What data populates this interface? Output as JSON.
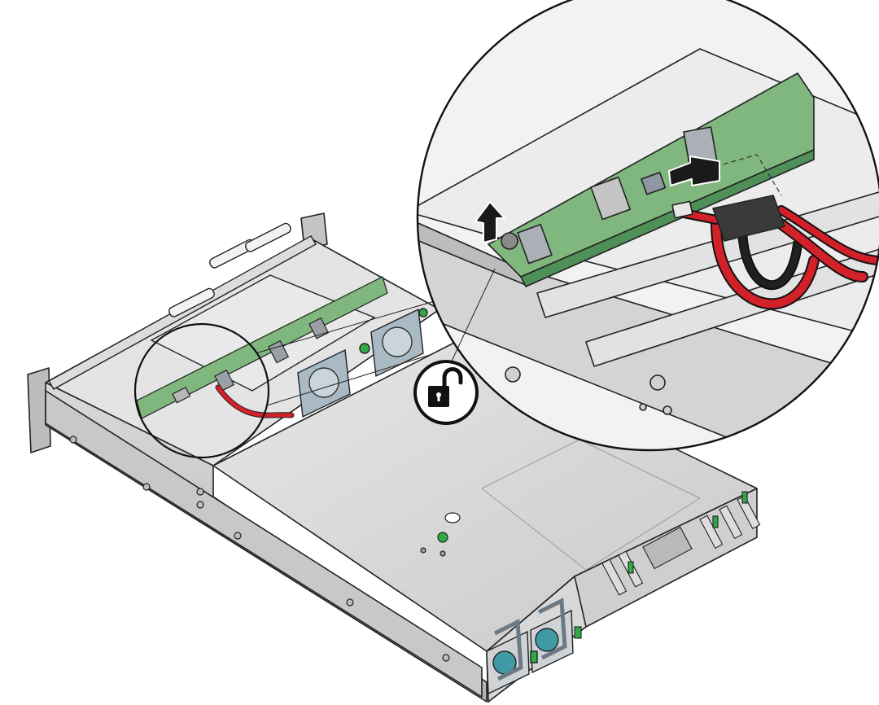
{
  "figure": {
    "subject": "server-chassis",
    "callouts": [
      {
        "icon": "unlock-icon",
        "meaning": "unlocked"
      }
    ],
    "arrows": [
      {
        "icon": "arrow-up-icon",
        "meaning": "lift"
      },
      {
        "icon": "arrow-left-icon",
        "meaning": "disconnect"
      }
    ],
    "colors": {
      "chassis": "#d7d7d7",
      "chassis_dark": "#8f8f8f",
      "board_green": "#7fb77f",
      "board_green_dark": "#4f8f58",
      "cable_red": "#d3212a",
      "cable_black": "#202020",
      "fan_blue": "#a9bac5",
      "psu_teal": "#3f9aa6",
      "latch_green": "#2faa45",
      "outline": "#222222"
    }
  }
}
